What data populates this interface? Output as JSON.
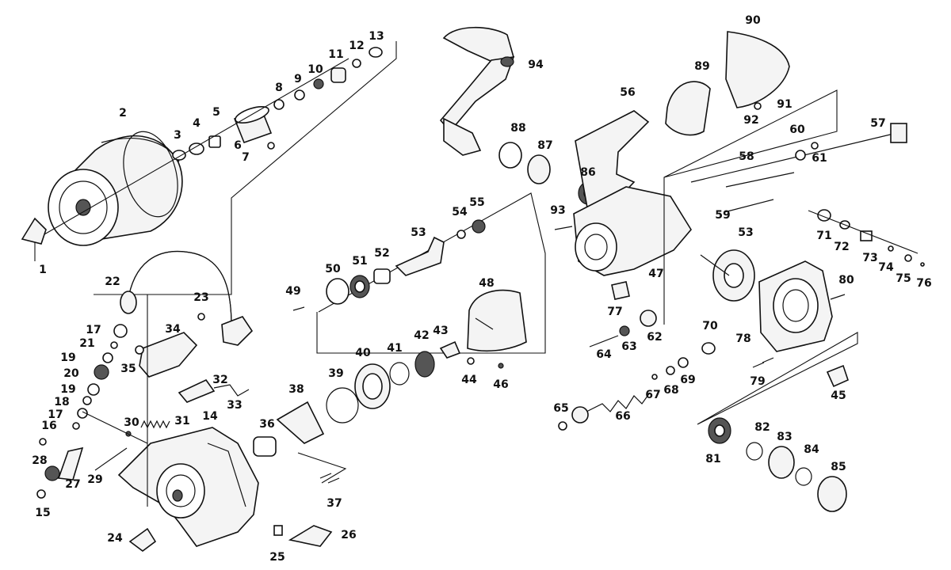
{
  "diagram": {
    "callouts": [
      {
        "id": "c1",
        "label": "1"
      },
      {
        "id": "c2",
        "label": "2"
      },
      {
        "id": "c3",
        "label": "3"
      },
      {
        "id": "c4",
        "label": "4"
      },
      {
        "id": "c5",
        "label": "5"
      },
      {
        "id": "c6",
        "label": "6"
      },
      {
        "id": "c7",
        "label": "7"
      },
      {
        "id": "c8",
        "label": "8"
      },
      {
        "id": "c9",
        "label": "9"
      },
      {
        "id": "c10",
        "label": "10"
      },
      {
        "id": "c11",
        "label": "11"
      },
      {
        "id": "c12",
        "label": "12"
      },
      {
        "id": "c13",
        "label": "13"
      },
      {
        "id": "c14",
        "label": "14"
      },
      {
        "id": "c15",
        "label": "15"
      },
      {
        "id": "c16",
        "label": "16"
      },
      {
        "id": "c17a",
        "label": "17"
      },
      {
        "id": "c17b",
        "label": "17"
      },
      {
        "id": "c18",
        "label": "18"
      },
      {
        "id": "c19a",
        "label": "19"
      },
      {
        "id": "c19b",
        "label": "19"
      },
      {
        "id": "c20",
        "label": "20"
      },
      {
        "id": "c21",
        "label": "21"
      },
      {
        "id": "c22",
        "label": "22"
      },
      {
        "id": "c23",
        "label": "23"
      },
      {
        "id": "c24",
        "label": "24"
      },
      {
        "id": "c25",
        "label": "25"
      },
      {
        "id": "c26",
        "label": "26"
      },
      {
        "id": "c27",
        "label": "27"
      },
      {
        "id": "c28",
        "label": "28"
      },
      {
        "id": "c29",
        "label": "29"
      },
      {
        "id": "c30",
        "label": "30"
      },
      {
        "id": "c31",
        "label": "31"
      },
      {
        "id": "c32",
        "label": "32"
      },
      {
        "id": "c33",
        "label": "33"
      },
      {
        "id": "c34",
        "label": "34"
      },
      {
        "id": "c35",
        "label": "35"
      },
      {
        "id": "c36",
        "label": "36"
      },
      {
        "id": "c37",
        "label": "37"
      },
      {
        "id": "c38",
        "label": "38"
      },
      {
        "id": "c39",
        "label": "39"
      },
      {
        "id": "c40",
        "label": "40"
      },
      {
        "id": "c41",
        "label": "41"
      },
      {
        "id": "c42",
        "label": "42"
      },
      {
        "id": "c43",
        "label": "43"
      },
      {
        "id": "c44",
        "label": "44"
      },
      {
        "id": "c45",
        "label": "45"
      },
      {
        "id": "c46",
        "label": "46"
      },
      {
        "id": "c47",
        "label": "47"
      },
      {
        "id": "c48",
        "label": "48"
      },
      {
        "id": "c49",
        "label": "49"
      },
      {
        "id": "c50",
        "label": "50"
      },
      {
        "id": "c51",
        "label": "51"
      },
      {
        "id": "c52",
        "label": "52"
      },
      {
        "id": "c53a",
        "label": "53"
      },
      {
        "id": "c53b",
        "label": "53"
      },
      {
        "id": "c54",
        "label": "54"
      },
      {
        "id": "c55",
        "label": "55"
      },
      {
        "id": "c56",
        "label": "56"
      },
      {
        "id": "c57",
        "label": "57"
      },
      {
        "id": "c58",
        "label": "58"
      },
      {
        "id": "c59",
        "label": "59"
      },
      {
        "id": "c60",
        "label": "60"
      },
      {
        "id": "c61",
        "label": "61"
      },
      {
        "id": "c62",
        "label": "62"
      },
      {
        "id": "c63",
        "label": "63"
      },
      {
        "id": "c64",
        "label": "64"
      },
      {
        "id": "c65",
        "label": "65"
      },
      {
        "id": "c66",
        "label": "66"
      },
      {
        "id": "c67",
        "label": "67"
      },
      {
        "id": "c68",
        "label": "68"
      },
      {
        "id": "c69",
        "label": "69"
      },
      {
        "id": "c70",
        "label": "70"
      },
      {
        "id": "c71",
        "label": "71"
      },
      {
        "id": "c72",
        "label": "72"
      },
      {
        "id": "c73",
        "label": "73"
      },
      {
        "id": "c74",
        "label": "74"
      },
      {
        "id": "c75",
        "label": "75"
      },
      {
        "id": "c76",
        "label": "76"
      },
      {
        "id": "c77",
        "label": "77"
      },
      {
        "id": "c78",
        "label": "78"
      },
      {
        "id": "c79",
        "label": "79"
      },
      {
        "id": "c80",
        "label": "80"
      },
      {
        "id": "c81",
        "label": "81"
      },
      {
        "id": "c82",
        "label": "82"
      },
      {
        "id": "c83",
        "label": "83"
      },
      {
        "id": "c84",
        "label": "84"
      },
      {
        "id": "c85",
        "label": "85"
      },
      {
        "id": "c86",
        "label": "86"
      },
      {
        "id": "c87",
        "label": "87"
      },
      {
        "id": "c88",
        "label": "88"
      },
      {
        "id": "c89",
        "label": "89"
      },
      {
        "id": "c90",
        "label": "90"
      },
      {
        "id": "c91",
        "label": "91"
      },
      {
        "id": "c92",
        "label": "92"
      },
      {
        "id": "c93",
        "label": "93"
      },
      {
        "id": "c94",
        "label": "94"
      }
    ]
  }
}
